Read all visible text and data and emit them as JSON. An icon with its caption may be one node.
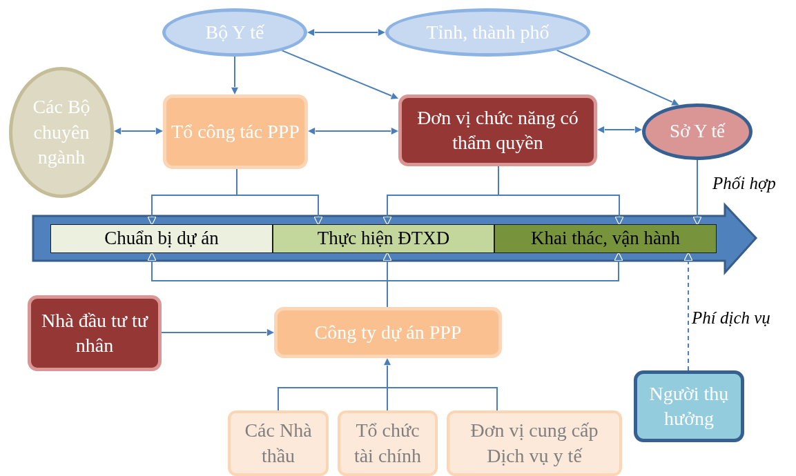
{
  "diagram": {
    "nodes": [
      {
        "text": [
          "Bộ Y tế"
        ]
      },
      {
        "text": [
          "Tỉnh, thành phố"
        ]
      },
      {
        "text": [
          "Các Bộ chuyên ngành"
        ]
      },
      {
        "text": [
          "Tổ công tác PPP"
        ]
      },
      {
        "text": [
          "Đơn vị chức năng có thẩm quyền"
        ]
      },
      {
        "text": [
          "Sở Y tế"
        ]
      },
      {
        "text": [
          "Chuẩn bị dự án"
        ]
      },
      {
        "text": [
          "Thực hiện ĐTXD"
        ]
      },
      {
        "text": [
          "Khai thác, vận hành"
        ]
      },
      {
        "text": [
          "Nhà đầu tư tư nhân"
        ]
      },
      {
        "text": [
          "Công ty dự án PPP"
        ]
      },
      {
        "text": [
          "Các Nhà thầu"
        ]
      },
      {
        "text": [
          "Tổ chức tài chính"
        ]
      },
      {
        "text": [
          "Đơn vị cung cấp Dịch vụ y tế"
        ]
      },
      {
        "text": [
          "Người thụ hưởng"
        ]
      }
    ],
    "edges": [
      {
        "from": 0,
        "to": 1,
        "arrow": "both"
      },
      {
        "from": 0,
        "to": 3,
        "arrow": "to"
      },
      {
        "from": 0,
        "to": 4,
        "arrow": "to"
      },
      {
        "from": 1,
        "to": 5,
        "arrow": "to"
      },
      {
        "from": 2,
        "to": 3,
        "arrow": "both"
      },
      {
        "from": 3,
        "to": 4,
        "arrow": "both"
      },
      {
        "from": 4,
        "to": 5,
        "arrow": "both"
      },
      {
        "from": 3,
        "to": 6,
        "arrow": "to"
      },
      {
        "from": 3,
        "to": 7,
        "arrow": "to"
      },
      {
        "from": 4,
        "to": 7,
        "arrow": "to"
      },
      {
        "from": 4,
        "to": 8,
        "arrow": "to"
      },
      {
        "from": 5,
        "to": 8,
        "arrow": "to",
        "label": "Phối hợp"
      },
      {
        "from": 10,
        "to": 6,
        "arrow": "to"
      },
      {
        "from": 10,
        "to": 7,
        "arrow": "to"
      },
      {
        "from": 10,
        "to": 8,
        "arrow": "to"
      },
      {
        "from": 9,
        "to": 10,
        "arrow": "to"
      },
      {
        "from": 11,
        "to": 10,
        "arrow": "to"
      },
      {
        "from": 12,
        "to": 10,
        "arrow": "to"
      },
      {
        "from": 13,
        "to": 10,
        "arrow": "to"
      },
      {
        "from": 14,
        "to": 8,
        "arrow": "to",
        "style": "dashed",
        "label": "Phí dịch vụ"
      }
    ]
  }
}
